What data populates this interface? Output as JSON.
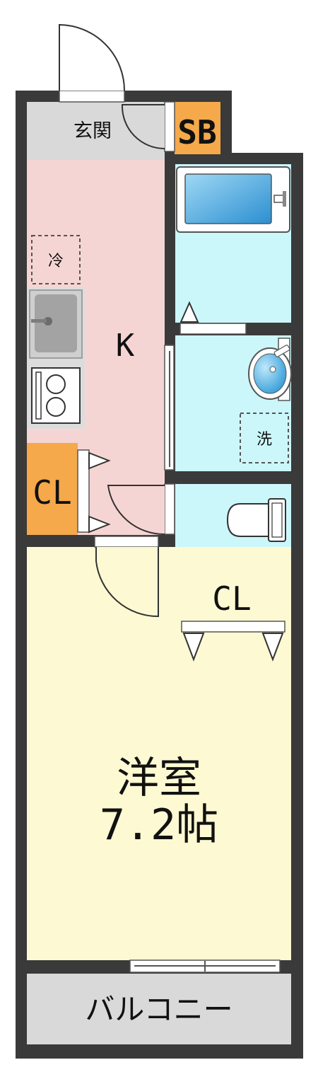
{
  "rooms": {
    "entrance": {
      "label": "玄関"
    },
    "shoe_box": {
      "label": "SB"
    },
    "kitchen": {
      "label": "K"
    },
    "fridge": {
      "label": "冷"
    },
    "washer": {
      "label": "洗"
    },
    "closet_left": {
      "label": "CL"
    },
    "closet_right": {
      "label": "CL"
    },
    "western_room": {
      "label": "洋室",
      "size": "7.2帖"
    },
    "balcony": {
      "label": "バルコニー"
    }
  },
  "colors": {
    "wall": "#3a3a3a",
    "kitchen": "#f5d5d3",
    "western_room": "#fdf9d2",
    "wet_area": "#cbf7fb",
    "entrance": "#d9d9d9",
    "balcony": "#d9d9d9",
    "closet": "#f5a94a",
    "appliance": "#a8a8a8"
  },
  "icons": [
    "door-swing-icon",
    "bathtub-icon",
    "basin-icon",
    "toilet-icon",
    "stove-icon",
    "sink-icon",
    "sliding-door-icon"
  ]
}
